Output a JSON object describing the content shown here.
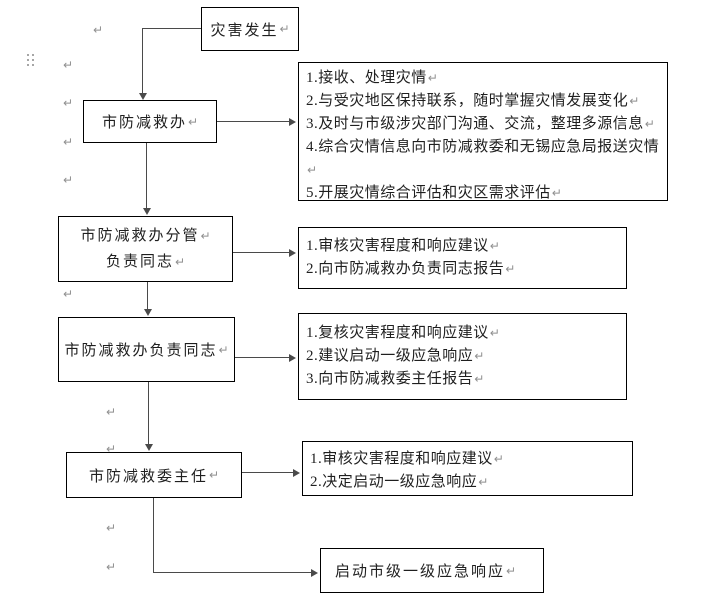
{
  "marks": {
    "return_glyph": "↵"
  },
  "nodes": {
    "start": {
      "label": "灾害发生"
    },
    "office": {
      "label": "市防减救办"
    },
    "deputy": {
      "line1": "市防减救办分管",
      "line2": "负责同志"
    },
    "head": {
      "label": "市防减救办负责同志"
    },
    "director": {
      "label": "市防减救委主任"
    },
    "final": {
      "label": "启动市级一级应急响应"
    }
  },
  "details": {
    "office_tasks": [
      "1.接收、处理灾情",
      "2.与受灾地区保持联系，随时掌握灾情发展变化",
      "3.及时与市级涉灾部门沟通、交流，整理多源信息",
      "4.综合灾情信息向市防减救委和无锡应急局报送灾情",
      "5.开展灾情综合评估和灾区需求评估"
    ],
    "deputy_tasks": [
      "1.审核灾害程度和响应建议",
      "2.向市防减救办负责同志报告"
    ],
    "head_tasks": [
      "1.复核灾害程度和响应建议",
      "2.建议启动一级应急响应",
      "3.向市防减救委主任报告"
    ],
    "director_tasks": [
      "1.审核灾害程度和响应建议",
      "2.决定启动一级应急响应"
    ]
  },
  "colors": {
    "border": "#000000",
    "arrow": "#4a4a4a",
    "mark": "#8f8f8f"
  }
}
